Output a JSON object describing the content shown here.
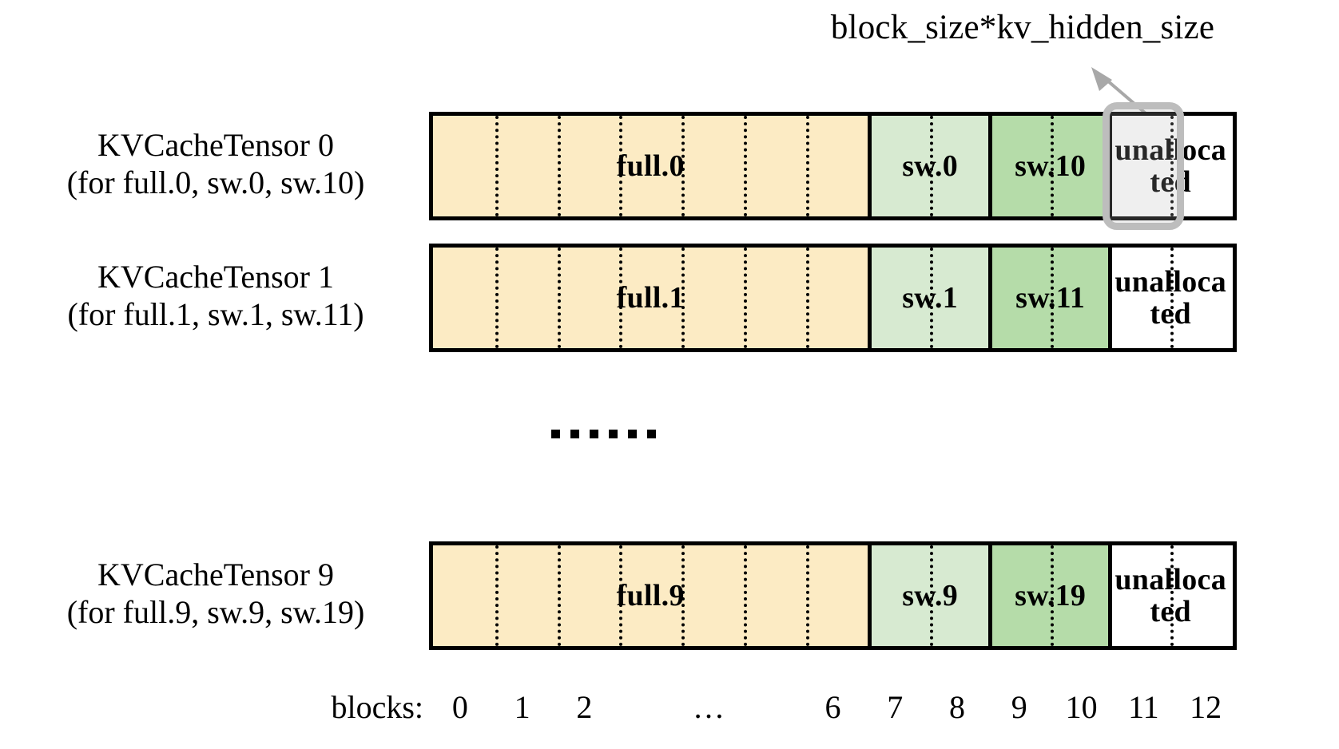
{
  "diagram": {
    "annotation": {
      "label": "block_size*kv_hidden_size",
      "arrow_icon": "arrow-up-left-icon"
    },
    "colors": {
      "full_fill": "#FCEBC4",
      "sw_fill": "#D7EAD1",
      "sw2_fill": "#B5DCA9",
      "unallocated_fill": "#FFFFFF",
      "border": "#000000",
      "highlight": "#BDBDBD"
    },
    "ellipsis": "……",
    "rows": [
      {
        "title": "KVCacheTensor 0",
        "subtitle": "(for full.0, sw.0, sw.10)",
        "segments": [
          {
            "label": "full.0",
            "blocks": 7,
            "kind": "full"
          },
          {
            "label": "sw.0",
            "blocks": 2,
            "kind": "sw"
          },
          {
            "label": "sw.10",
            "blocks": 2,
            "kind": "sw2"
          },
          {
            "label": "unallocated",
            "blocks": 2,
            "kind": "unal"
          }
        ]
      },
      {
        "title": "KVCacheTensor 1",
        "subtitle": "(for full.1, sw.1, sw.11)",
        "segments": [
          {
            "label": "full.1",
            "blocks": 7,
            "kind": "full"
          },
          {
            "label": "sw.1",
            "blocks": 2,
            "kind": "sw"
          },
          {
            "label": "sw.11",
            "blocks": 2,
            "kind": "sw2"
          },
          {
            "label": "unallocated",
            "blocks": 2,
            "kind": "unal"
          }
        ]
      },
      {
        "title": "KVCacheTensor 9",
        "subtitle": "(for full.9, sw.9, sw.19)",
        "segments": [
          {
            "label": "full.9",
            "blocks": 7,
            "kind": "full"
          },
          {
            "label": "sw.9",
            "blocks": 2,
            "kind": "sw"
          },
          {
            "label": "sw.19",
            "blocks": 2,
            "kind": "sw2"
          },
          {
            "label": "unallocated",
            "blocks": 2,
            "kind": "unal"
          }
        ]
      }
    ],
    "axis": {
      "title": "blocks:",
      "ticks": [
        "0",
        "1",
        "2",
        "…",
        "6",
        "7",
        "8",
        "9",
        "10",
        "11",
        "12"
      ]
    }
  }
}
